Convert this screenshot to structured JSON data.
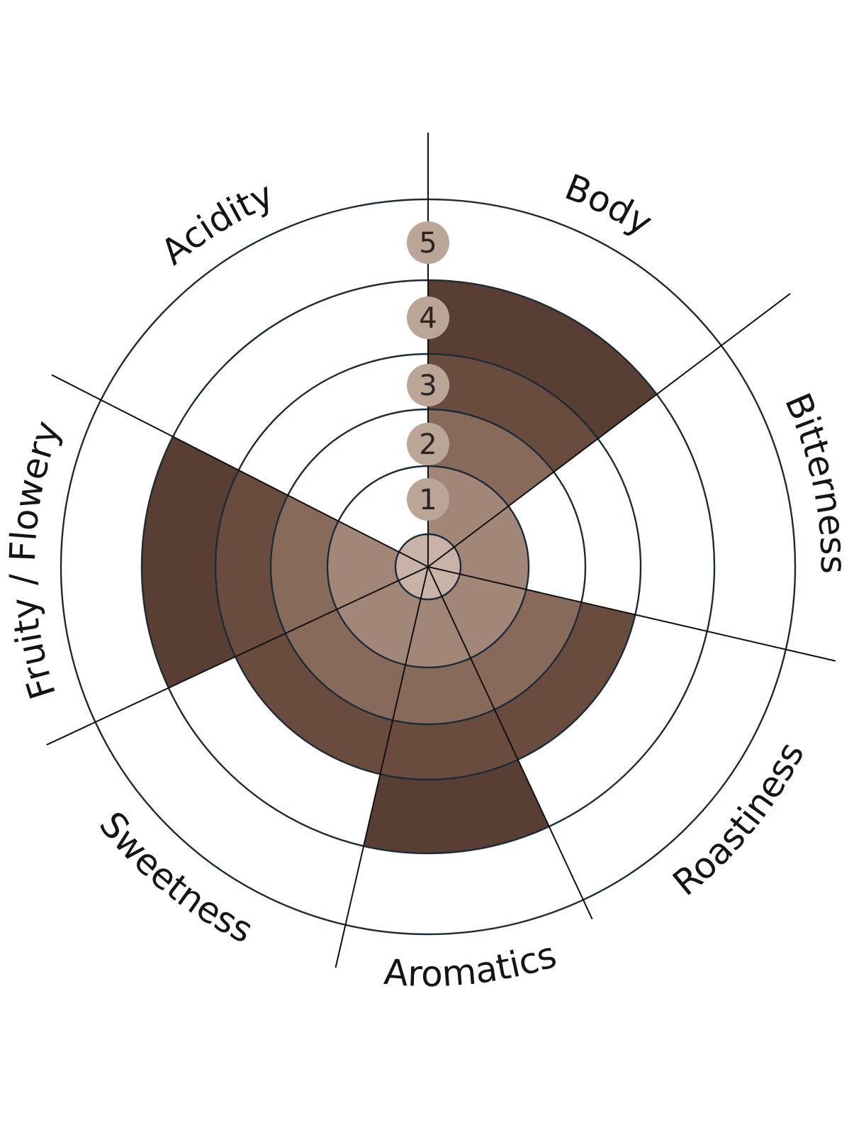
{
  "chart_data": {
    "type": "polar-area",
    "title": "",
    "scale": {
      "min": 0,
      "max": 5,
      "ticks": [
        "1",
        "2",
        "3",
        "4",
        "5"
      ]
    },
    "categories": [
      "Body",
      "Bitterness",
      "Roastiness",
      "Aromatics",
      "Sweetness",
      "Fruity / Flowery",
      "Acidity"
    ],
    "values": [
      4,
      1,
      3,
      4,
      3,
      4,
      0
    ],
    "band_colors": [
      "#c9b3a8",
      "#a28779",
      "#886a5b",
      "#694c3d",
      "#583e33"
    ],
    "ring_color": "#1d2a38",
    "spoke_color": "#111111",
    "badge_color": "#bba597",
    "label_color": "#141414"
  }
}
